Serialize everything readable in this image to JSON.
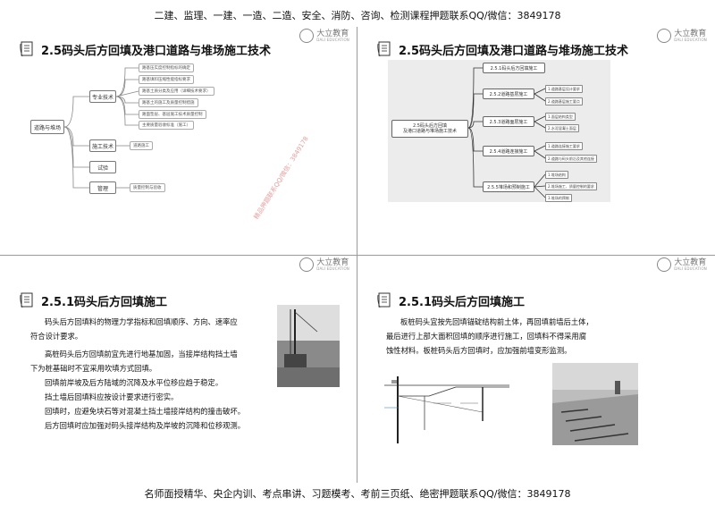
{
  "banner_top": "二建、监理、一建、一造、二造、安全、消防、咨询、检测课程押题联系QQ/微信：3849178",
  "banner_bottom": "名师面授精华、央企内训、考点串讲、习题模考、考前三页纸、绝密押题联系QQ/微信：3849178",
  "logo": {
    "cn": "大立教育",
    "en": "DALI EDUCATION"
  },
  "watermark": "精品押题联系QQ/微信：3849178",
  "slides": {
    "s1": {
      "title": "2.5码头后方回填及港口道路与堆场施工技术",
      "root": "道路与堆场",
      "branches": [
        "专业技术",
        "施工技术",
        "试验",
        "管理"
      ],
      "professional_leaves": [
        "路基压实度控制指标的确定",
        "路基填料压缩性能指标要求",
        "路基土质分类及应用（详细技术要求）",
        "路基土的施工及质量控制措施",
        "路面垫层、基层施工技术质量控制",
        "主要质量验收标准（施工）"
      ],
      "construction_leaf": "道路施工",
      "management_leaf": "质量控制与验收"
    },
    "s2": {
      "title": "2.5码头后方回填及港口道路与堆场施工技术",
      "root_line1": "2.5码头后方回填",
      "root_line2": "及港口道路与堆场施工技术",
      "subs": [
        "2.5.1码头后方回填施工",
        "2.5.2道路基层施工",
        "2.5.3道路面层施工",
        "2.5.4道路连接施工",
        "2.5.5堆场和预制施工"
      ],
      "leaves": {
        "b2": [
          "1.道路基层设计要求",
          "2.道路基层施工要点"
        ],
        "b3": [
          "1.面层结构类型",
          "2.水泥混凝土面层"
        ],
        "b4": [
          "1.道路连接施工要求",
          "2.道路与码头前沿及其他连接"
        ],
        "b5": [
          "1.堆场结构",
          "2.堆场施工、质量控制的要求",
          "3.堆场的预制"
        ]
      }
    },
    "s3": {
      "title": "2.5.1码头后方回填施工",
      "paragraphs": [
        "码头后方回填料的物理力学指标和回填顺序、方向、速率应",
        "符合设计要求。",
        "高桩码头后方回填前宜先进行地基加固，当接岸结构挡土墙",
        "下为桩基础时不宜采用吹填方式回填。",
        "回填前岸坡及后方陆域的沉降及水平位移应趋于稳定。",
        "挡土墙后回填料应按设计要求进行密实。",
        "回填时，应避免块石等对混凝土挡土墙接岸结构的撞击破坏。",
        "后方回填时应加强对码头接岸结构及岸坡的沉降和位移观测。"
      ]
    },
    "s4": {
      "title": "2.5.1码头后方回填施工",
      "paragraphs": [
        "板桩码头宜按先回填锚碇结构前土体，再回填前墙后土体，",
        "最后进行上部大面积回填的顺序进行施工，回填料不得采用腐",
        "蚀性材料。板桩码头后方回填时，应加强前墙变形监测。"
      ]
    }
  }
}
